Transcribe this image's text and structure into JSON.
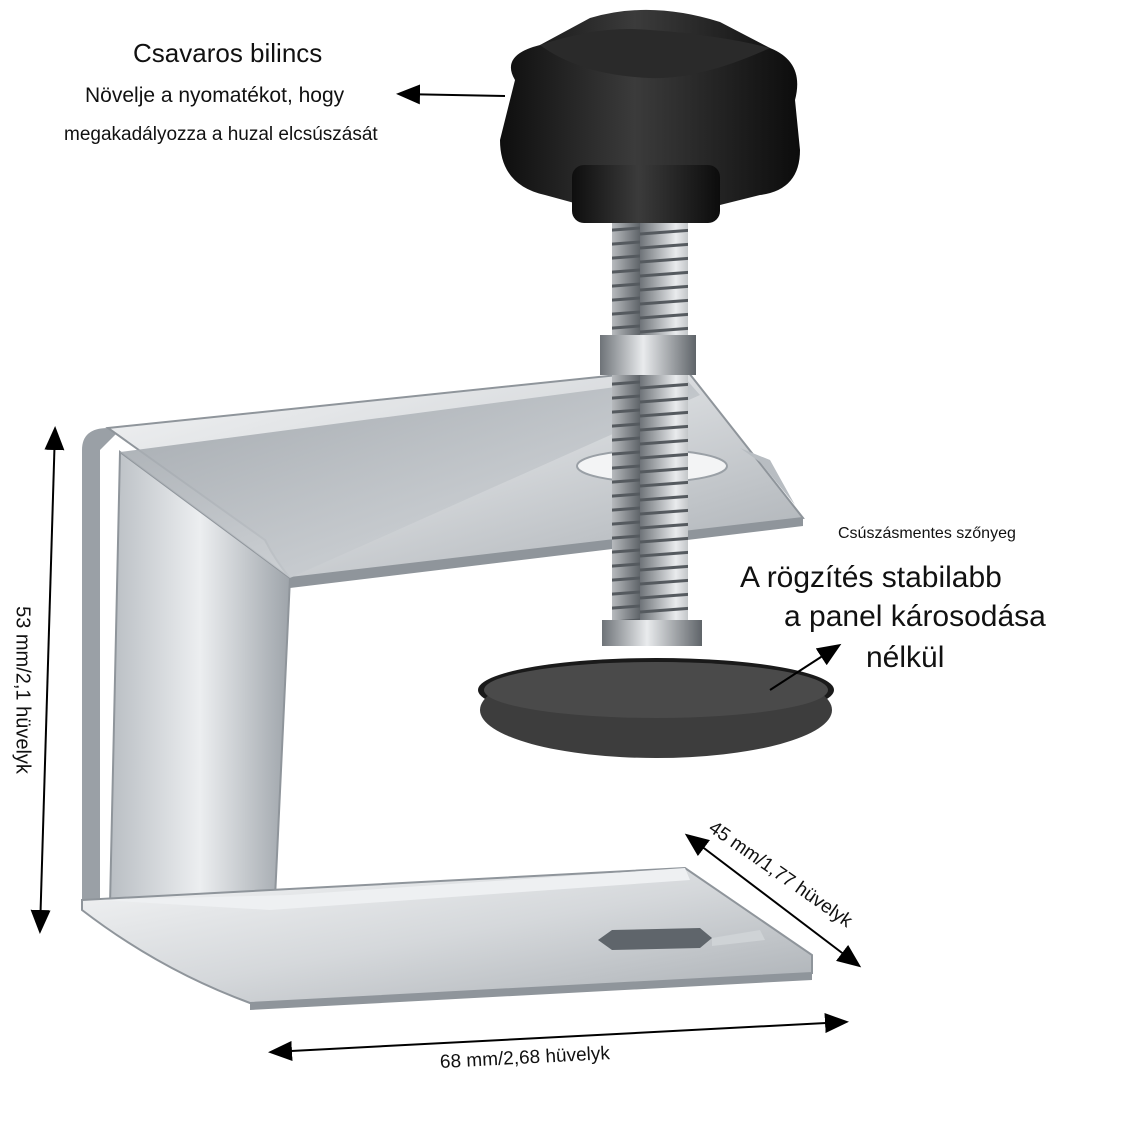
{
  "labels": {
    "screw_title": "Csavaros bilincs",
    "screw_line1": "Növelje a nyomatékot, hogy",
    "screw_line2": "megakadályozza a huzal elcsúszását",
    "pad_title": "Csúszásmentes szőnyeg",
    "pad_line1": "A rögzítés stabilabb",
    "pad_line2": "a panel károsodása",
    "pad_line3": "nélkül",
    "dim_width": "68 mm/2,68 hüvelyk",
    "dim_height": "53 mm/2,1 hüvelyk",
    "dim_depth": "45 mm/1,77 hüvelyk"
  },
  "colors": {
    "metal_light": "#e6e8ea",
    "metal_mid": "#c3c7cb",
    "metal_dark": "#8f959b",
    "knob": "#1c1c1c",
    "pad": "#3a3a3a",
    "arrow": "#000000"
  }
}
